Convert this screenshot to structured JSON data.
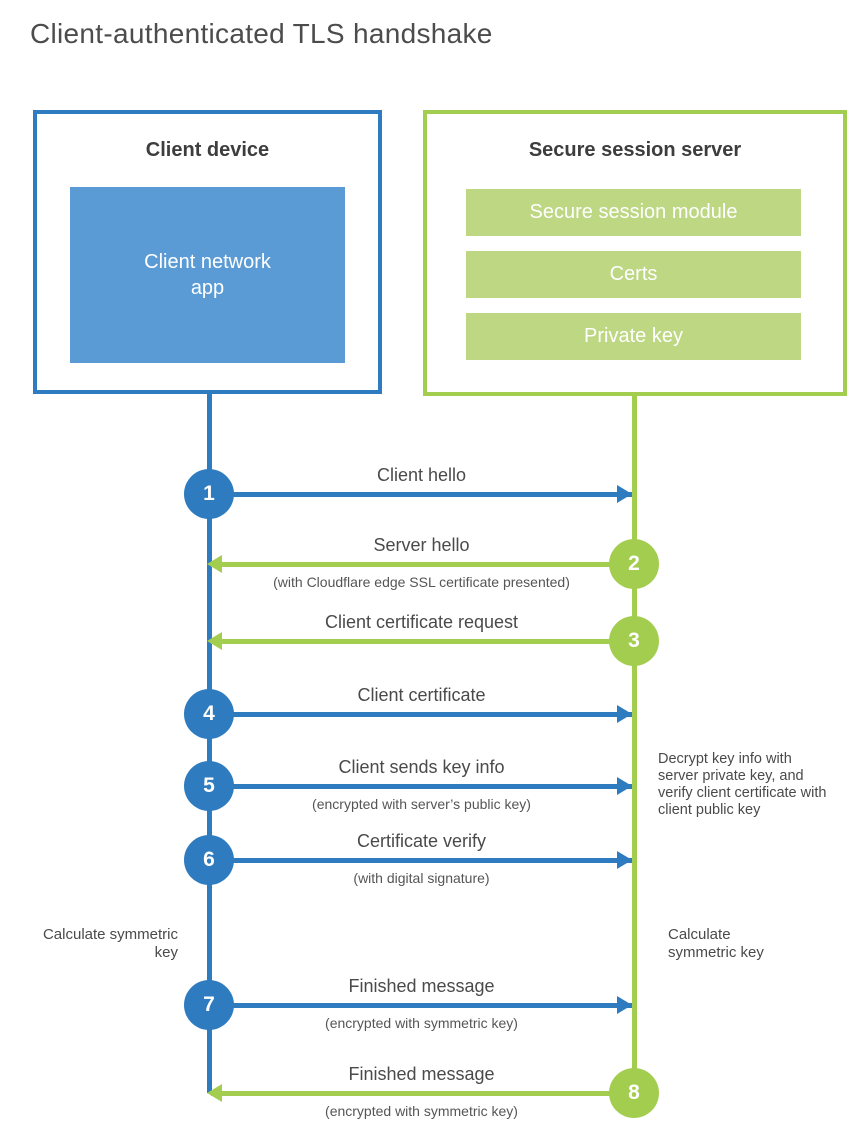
{
  "page": {
    "title": "Client-authenticated TLS handshake"
  },
  "colors": {
    "client_blue": "#2e7cbf",
    "client_fill_blue": "#5b9bd5",
    "server_green": "#a3cd4f",
    "server_fill_green": "#bdd783",
    "text_dark": "#4a4a4a"
  },
  "client": {
    "title": "Client device",
    "app_label": "Client network app"
  },
  "server": {
    "title": "Secure session server",
    "modules": [
      "Secure session module",
      "Certs",
      "Private key"
    ]
  },
  "messages": [
    {
      "step": "1",
      "from": "client",
      "label": "Client hello",
      "note": ""
    },
    {
      "step": "2",
      "from": "server",
      "label": "Server hello",
      "note": "(with Cloudflare edge SSL certificate presented)"
    },
    {
      "step": "3",
      "from": "server",
      "label": "Client certificate request",
      "note": ""
    },
    {
      "step": "4",
      "from": "client",
      "label": "Client certificate",
      "note": ""
    },
    {
      "step": "5",
      "from": "client",
      "label": "Client sends key info",
      "note": "(encrypted with server’s public key)"
    },
    {
      "step": "6",
      "from": "client",
      "label": "Certificate verify",
      "note": "(with digital signature)"
    },
    {
      "step": "7",
      "from": "client",
      "label": "Finished message",
      "note": "(encrypted with symmetric key)"
    },
    {
      "step": "8",
      "from": "server",
      "label": "Finished message",
      "note": "(encrypted with symmetric key)"
    }
  ],
  "annotations": {
    "left_calculate": "Calculate symmetric key",
    "right_calculate": "Calculate symmetric key",
    "decrypt_note": "Decrypt key info with server private key, and verify client certificate with client public key"
  }
}
